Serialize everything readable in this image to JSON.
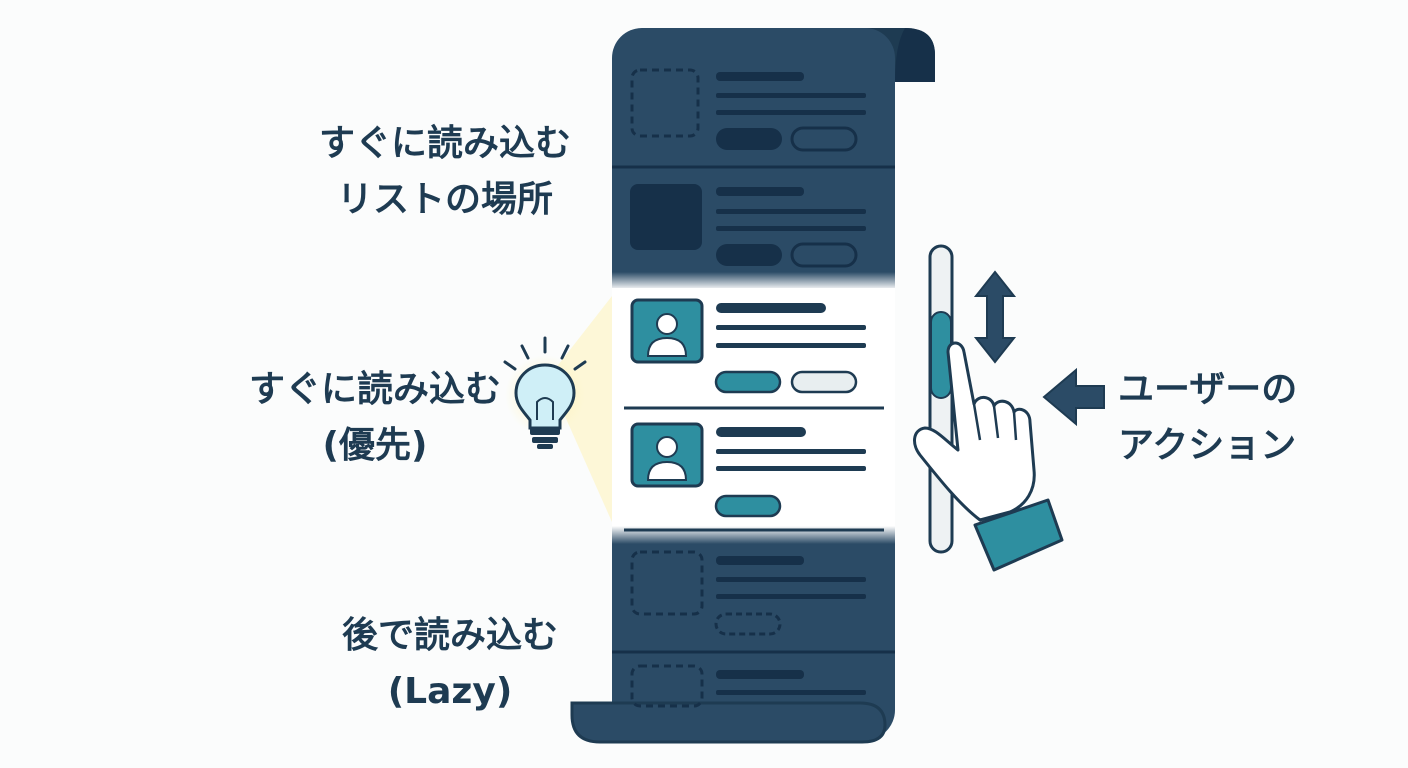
{
  "labels": {
    "immediate_area_line1": "すぐに読み込む",
    "immediate_area_line2": "リストの場所",
    "priority_line1": "すぐに読み込む",
    "priority_line2": "(優先)",
    "lazy_line1": "後で読み込む",
    "lazy_line2": "(Lazy)",
    "user_action_line1": "ユーザーの",
    "user_action_line2": "アクション"
  },
  "colors": {
    "navy": "#1e3b52",
    "navy_panel": "#2b4b66",
    "navy_dark": "#163049",
    "teal": "#2e8fa0",
    "teal_light": "#cfe3e8",
    "highlight_white": "#ffffff",
    "glow_yellow": "#fdf6d0",
    "bulb_fill": "#cfeff7"
  },
  "icons": [
    "lightbulb-icon",
    "user-avatar-icon",
    "scroll-arrow-icon",
    "left-arrow-icon",
    "pointing-hand-icon"
  ]
}
